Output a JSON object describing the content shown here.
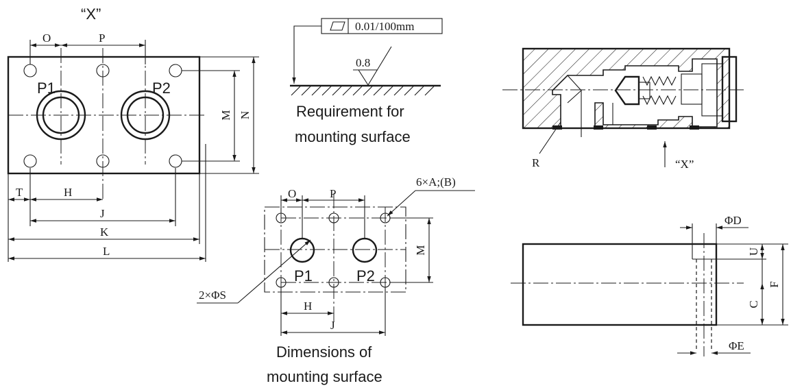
{
  "plan_view": {
    "view_label": "“X”",
    "port_1": "P1",
    "port_2": "P2",
    "dims": {
      "o": "O",
      "p": "P",
      "m": "M",
      "n": "N",
      "t": "T",
      "h": "H",
      "j": "J",
      "k": "K",
      "l": "L"
    }
  },
  "surface_requirement": {
    "flatness_value": "0.01/100mm",
    "roughness": "0.8",
    "caption_line1": "Requirement for",
    "caption_line2": "mounting surface"
  },
  "section_view": {
    "label_r": "R",
    "label_x": "“X”"
  },
  "mounting_surface": {
    "hole_callout": "6×A;(B)",
    "port_callout": "2×ΦS",
    "port_1": "P1",
    "port_2": "P2",
    "dims": {
      "o": "O",
      "p": "P",
      "m": "M",
      "h": "H",
      "j": "J"
    },
    "caption_line1": "Dimensions of",
    "caption_line2": "mounting surface"
  },
  "side_view": {
    "dims": {
      "d": "ΦD",
      "u": "U",
      "c": "C",
      "f": "F",
      "e": "ΦE"
    }
  }
}
